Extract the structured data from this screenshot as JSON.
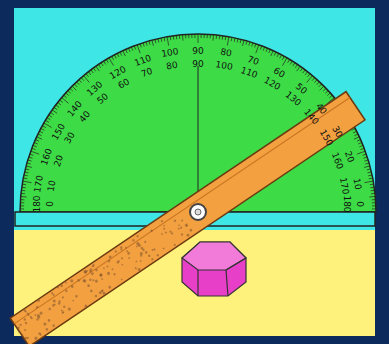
{
  "diagram": {
    "labels": [
      "180",
      "170",
      "160",
      "150",
      "140",
      "130",
      "120",
      "110",
      "100",
      "90",
      "80",
      "70",
      "60",
      "50",
      "40",
      "30",
      "20",
      "10",
      "0",
      "0",
      "10",
      "20",
      "30",
      "40",
      "50",
      "60",
      "70",
      "80",
      "90",
      "100",
      "110",
      "120",
      "130",
      "140",
      "150",
      "160",
      "170",
      "180"
    ]
  }
}
